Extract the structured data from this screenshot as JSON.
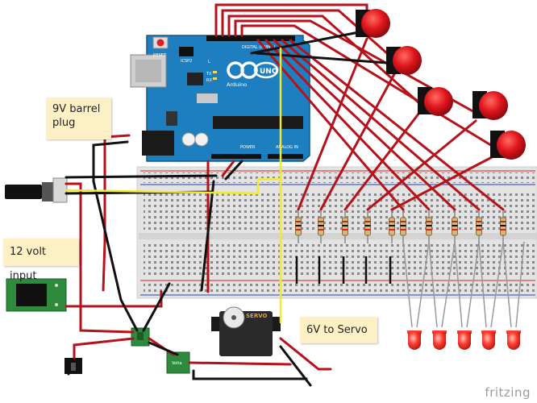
{
  "notes": {
    "barrel_plug": "9V barrel\nplug",
    "twelve_volt": "12 volt input",
    "six_volt_servo": "6V to Servo"
  },
  "board": {
    "brand": "Arduino",
    "model": "UNO",
    "reset_label": "RESET",
    "icsp_label": "ICSP2",
    "digital_label": "DIGITAL (PWM~)",
    "power_label": "POWER",
    "analog_label": "ANALOG IN",
    "led_labels": [
      "L",
      "TX",
      "RX"
    ]
  },
  "servo": {
    "label": "SERVO"
  },
  "regulator": {
    "label": "Volta"
  },
  "watermark": "fritzing",
  "colors": {
    "wire_red": "#b5121b",
    "wire_black": "#111111",
    "wire_yellow": "#f2ea2a",
    "board_blue": "#1d7fbf",
    "button_red": "#e0151c",
    "led_red": "#ff3b2f",
    "pcb_green": "#2e8b3e"
  },
  "components": {
    "buttons": 5,
    "leds": 5,
    "resistors": 10
  }
}
